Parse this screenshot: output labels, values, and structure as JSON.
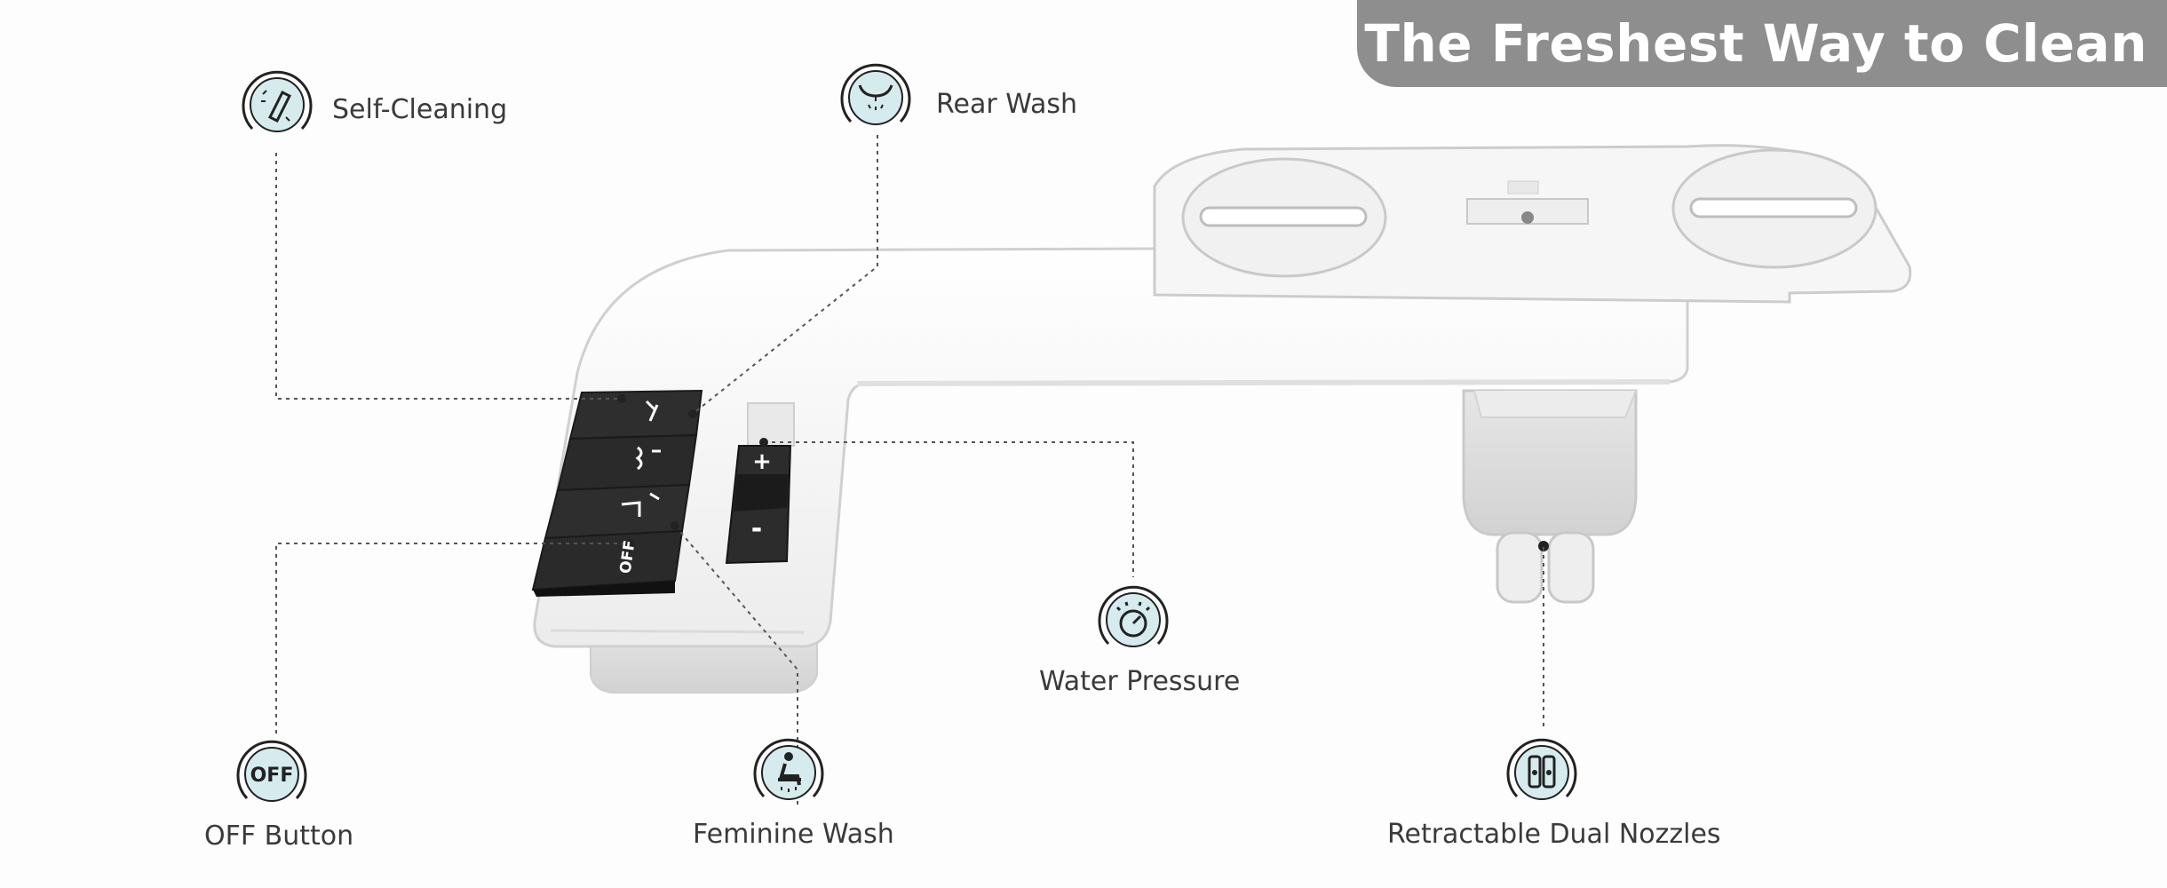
{
  "banner": {
    "title": "The Freshest Way to Clean"
  },
  "features": {
    "self_cleaning": "Self-Cleaning",
    "rear_wash": "Rear Wash",
    "water_pressure": "Water Pressure",
    "off_button": "OFF Button",
    "feminine_wash": "Feminine Wash",
    "dual_nozzles": "Retractable Dual Nozzles"
  },
  "device": {
    "plus": "+",
    "minus": "-",
    "off_key": "OFF",
    "off_icon_text": "OFF"
  },
  "colors": {
    "banner": "#8e8e8e",
    "icon_fill": "#d6ebee",
    "button": "#2b2b2b"
  }
}
